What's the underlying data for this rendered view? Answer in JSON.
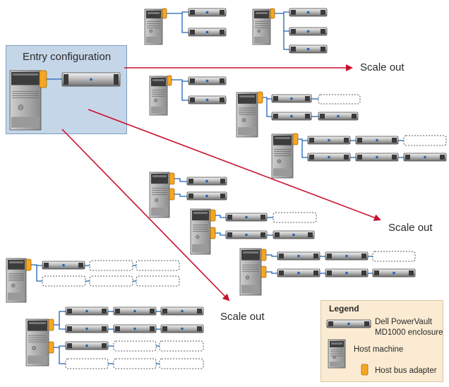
{
  "labels": {
    "entry_configuration": "Entry configuration",
    "scale_out_1": "Scale out",
    "scale_out_2": "Scale out",
    "scale_out_3": "Scale out"
  },
  "legend": {
    "title": "Legend",
    "items": [
      {
        "label_line1": "Dell PowerVault",
        "label_line2": "MD1000 enclosure",
        "icon": "enclosure-icon"
      },
      {
        "label_line1": "Host machine",
        "label_line2": "",
        "icon": "server-tower-icon"
      },
      {
        "label_line1": "Host bus adapter",
        "label_line2": "",
        "icon": "hba-icon"
      }
    ]
  },
  "colors": {
    "arrow": "#c8102e",
    "cable": "#1f63b5",
    "adapter": "#f5a623",
    "entry_box": "#c5d6e8",
    "legend_box": "#faebd2"
  }
}
